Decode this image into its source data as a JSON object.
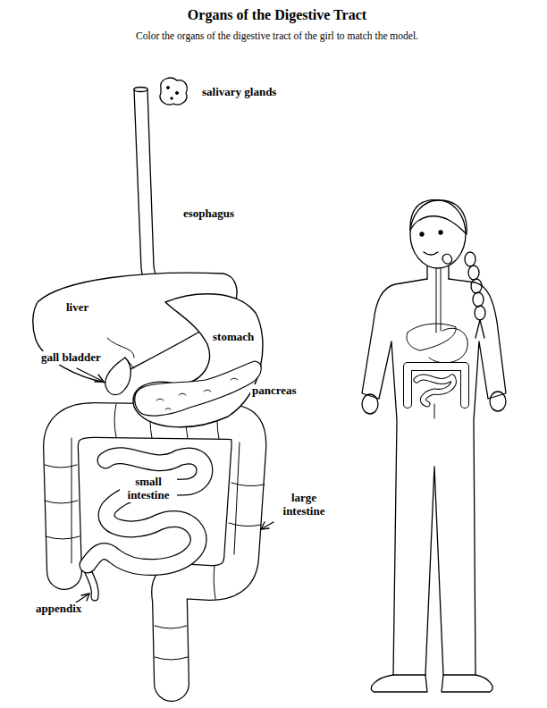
{
  "diagram": {
    "title": "Organs of the Digestive Tract",
    "caption": "Color the organs of the digestive tract of the girl to match the model.",
    "labels": [
      "salivary glands",
      "esophagus",
      "liver",
      "stomach",
      "gall bladder",
      "pancreas",
      "small intestine",
      "large intestine",
      "appendix"
    ]
  }
}
